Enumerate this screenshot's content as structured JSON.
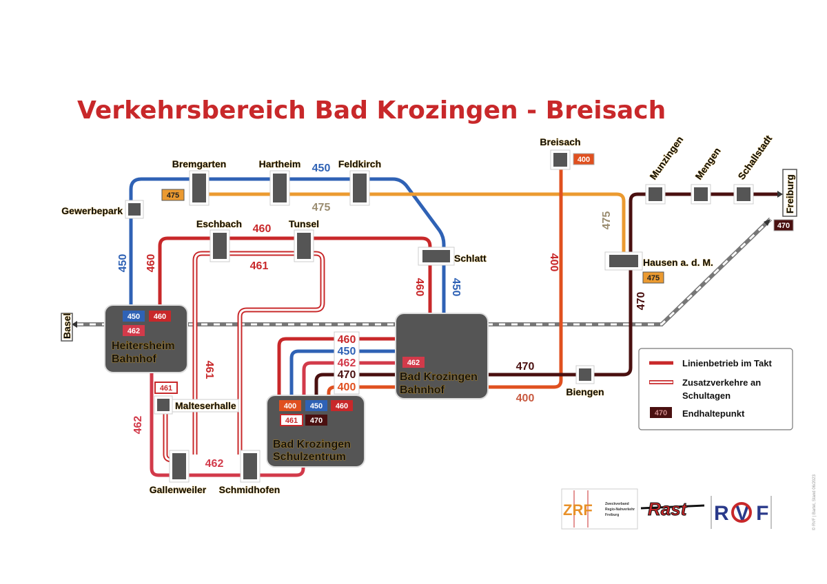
{
  "title": "Verkehrsbereich Bad Krozingen - Breisach",
  "colors": {
    "title": "#c8282a",
    "l450": "#2f62b5",
    "l460": "#c8282a",
    "l461": "#c8282a",
    "l462": "#d23a4a",
    "l470": "#4a1010",
    "l475": "#eb9a30",
    "l400": "#e0501f",
    "hub": "#555555",
    "stop": "#555555",
    "rail": "#888888"
  },
  "stations": {
    "gewerbepark": "Gewerbepark",
    "bremgarten": "Bremgarten",
    "hartheim": "Hartheim",
    "feldkirch": "Feldkirch",
    "breisach": "Breisach",
    "munzingen": "Munzingen",
    "mengen": "Mengen",
    "schallstadt": "Schallstadt",
    "freiburg": "Freiburg",
    "eschbach": "Eschbach",
    "tunsel": "Tunsel",
    "schlatt": "Schlatt",
    "hausen": "Hausen a. d. M.",
    "basel": "Basel",
    "biengen": "Biengen",
    "malteserhalle": "Malteserhalle",
    "gallenweiler": "Gallenweiler",
    "schmidhofen": "Schmidhofen"
  },
  "hubs": {
    "heitersheim": {
      "line1": "Heitersheim",
      "line2": "Bahnhof",
      "badges": [
        "450",
        "460",
        "462"
      ]
    },
    "bk_bahnhof": {
      "line1": "Bad Krozingen",
      "line2": "Bahnhof",
      "badges": [
        "462"
      ]
    },
    "bk_schulzentrum": {
      "line1": "Bad Krozingen",
      "line2": "Schulzentrum",
      "badges": [
        "400",
        "450",
        "460",
        "461",
        "470"
      ]
    }
  },
  "line_labels": {
    "l450_top": "450",
    "l475_top": "475",
    "l450_left": "450",
    "l460_left": "460",
    "l460_top": "460",
    "l461_top": "461",
    "l460_schlatt": "460",
    "l450_schlatt": "450",
    "l400_vertical": "400",
    "l475_vertical": "475",
    "l470_vertical": "470",
    "l470_biengen": "470",
    "l400_biengen": "400",
    "l461_vertical": "461",
    "l462_left": "462",
    "l462_bottom": "462"
  },
  "terminal_badges": {
    "bremgarten": "475",
    "breisach": "400",
    "hausen": "475",
    "freiburg": "470",
    "malteserhalle": "461"
  },
  "bundle_labels": [
    "460",
    "450",
    "462",
    "470",
    "400"
  ],
  "legend": {
    "solid": "Linienbetrieb im Takt",
    "school_line1": "Zusatzverkehre an",
    "school_line2": "Schultagen",
    "terminal": "Endhaltepunkt",
    "terminal_badge": "470"
  },
  "logos": {
    "zrf": "ZRF",
    "zrf_sub1": "Zweckverband",
    "zrf_sub2": "Regio-Nahverkehr",
    "zrf_sub3": "Freiburg",
    "rast": "Rast",
    "rvf": "RVF"
  },
  "credit": "© RVF | Bartel, Stand 06/2023"
}
